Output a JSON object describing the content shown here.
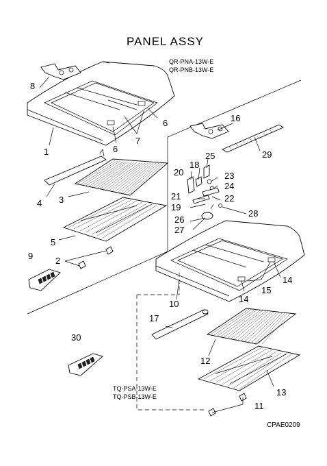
{
  "title": "PANEL ASSY",
  "models_top": [
    "QR-PNA-13W-E",
    "QR-PNB-13W-E"
  ],
  "models_bottom": [
    "TQ-PSA-13W-E",
    "TQ-PSB-13W-E"
  ],
  "drawing_code": "CPAE0209",
  "callouts": {
    "p1": "1",
    "p2": "2",
    "p3": "3",
    "p4": "4",
    "p5": "5",
    "p6a": "6",
    "p6b": "6",
    "p7": "7",
    "p8": "8",
    "p9": "9",
    "p10": "10",
    "p11": "11",
    "p12": "12",
    "p13": "13",
    "p14a": "14",
    "p14b": "14",
    "p15": "15",
    "p16": "16",
    "p17": "17",
    "p18": "18",
    "p19": "19",
    "p20": "20",
    "p21": "21",
    "p22": "22",
    "p23": "23",
    "p24": "24",
    "p25": "25",
    "p26": "26",
    "p27": "27",
    "p28": "28",
    "p29": "29",
    "p30": "30"
  }
}
